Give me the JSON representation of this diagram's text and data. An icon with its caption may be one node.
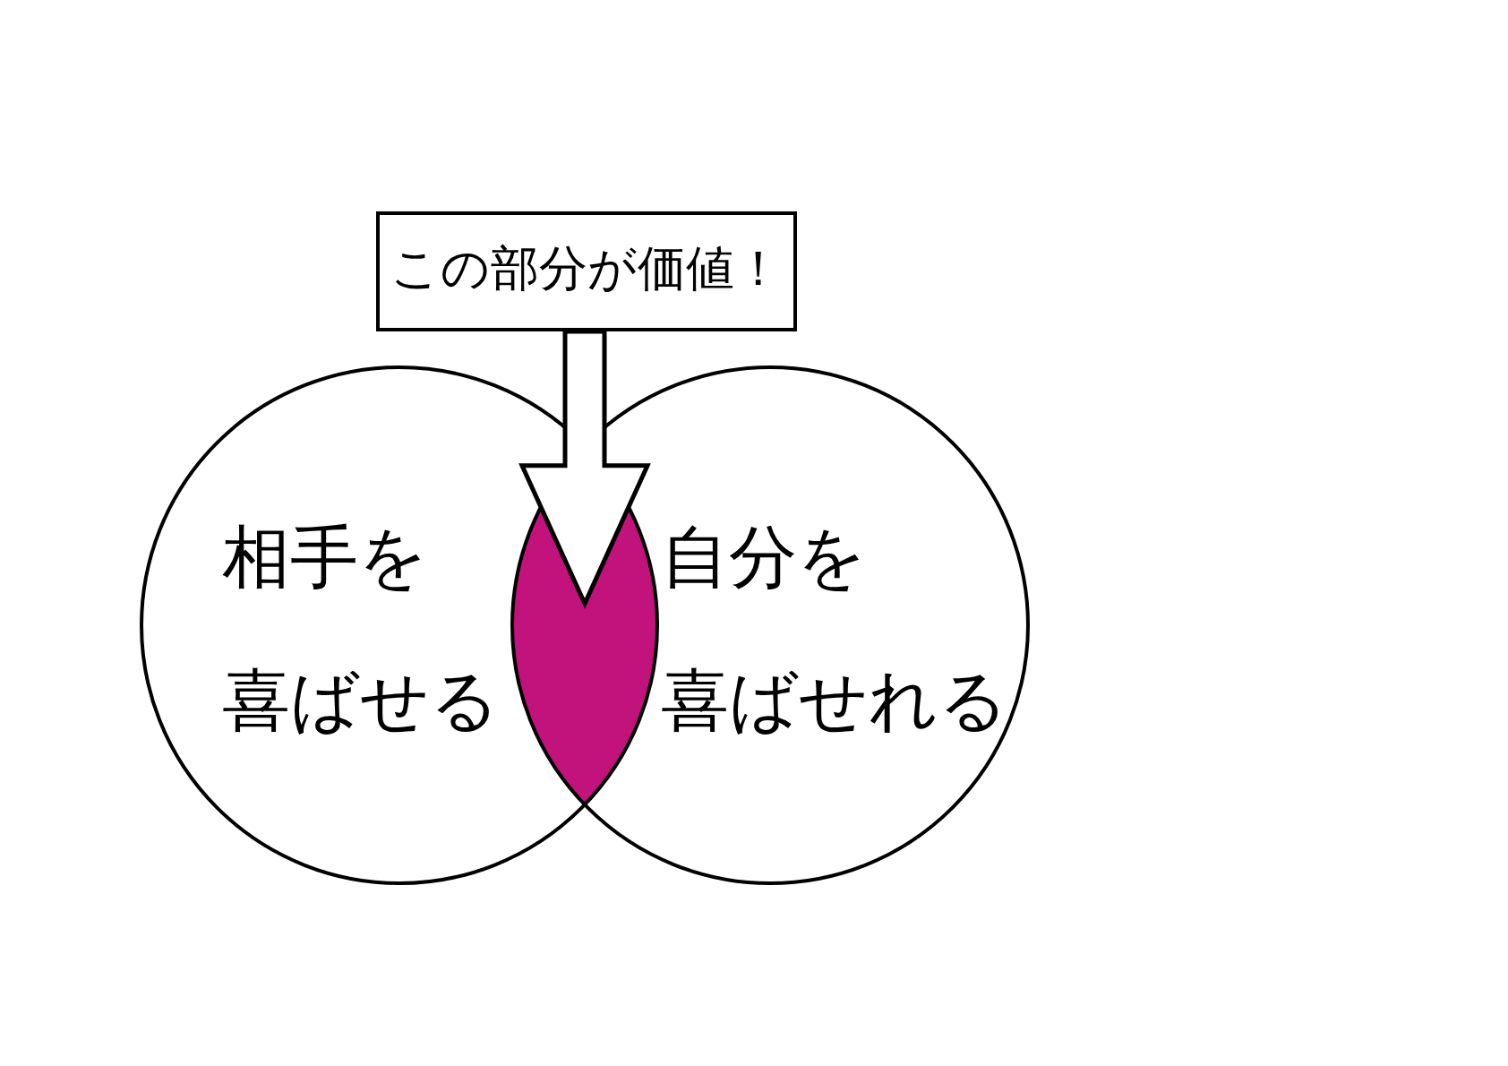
{
  "diagram": {
    "nodes": [
      {
        "text": [
          "この部分が価値！"
        ]
      },
      {
        "text": [
          "相手を喜ばせる"
        ]
      },
      {
        "text": [
          "自分を喜ばせれる"
        ]
      },
      {
        "text": [],
        "shape": "lens"
      }
    ],
    "edges": [
      {
        "from": 0,
        "to": 3,
        "arrow": "to",
        "style": "thick"
      }
    ]
  }
}
